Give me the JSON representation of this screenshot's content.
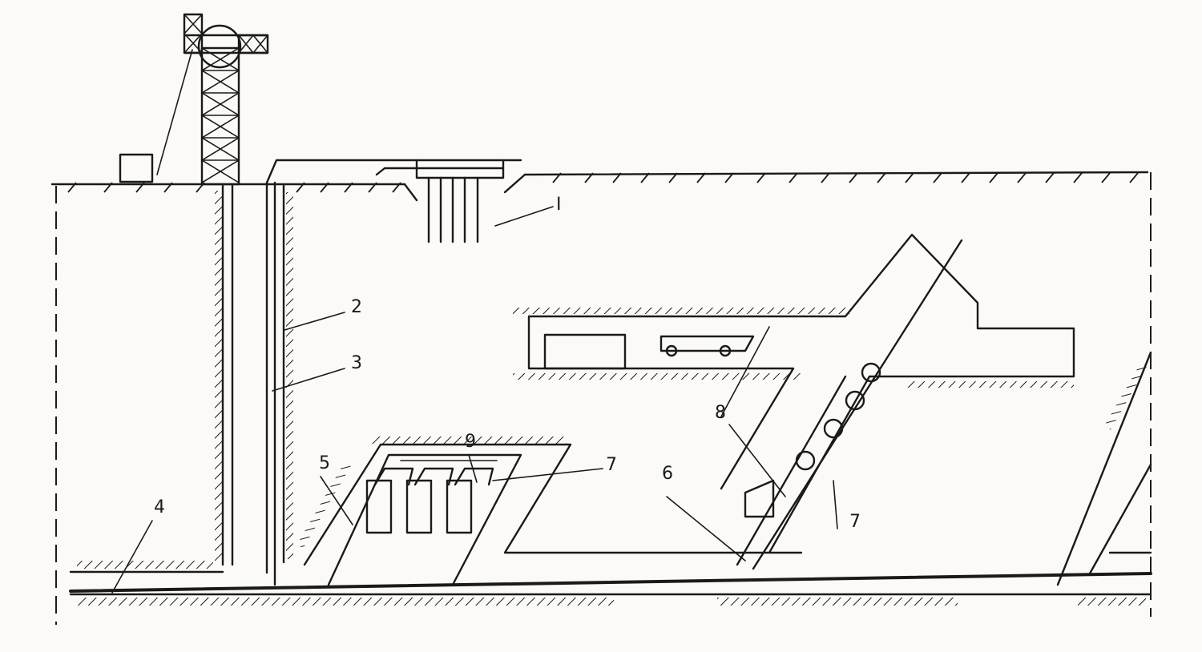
{
  "labels": {
    "l1": "I",
    "l2": "2",
    "l3": "3",
    "l4": "4",
    "l5": "5",
    "l6": "6",
    "l7a": "7",
    "l7b": "7",
    "l8": "8",
    "l9": "9"
  },
  "ink_color": "#1a1a1a",
  "paper_color": "#fbfaf7"
}
